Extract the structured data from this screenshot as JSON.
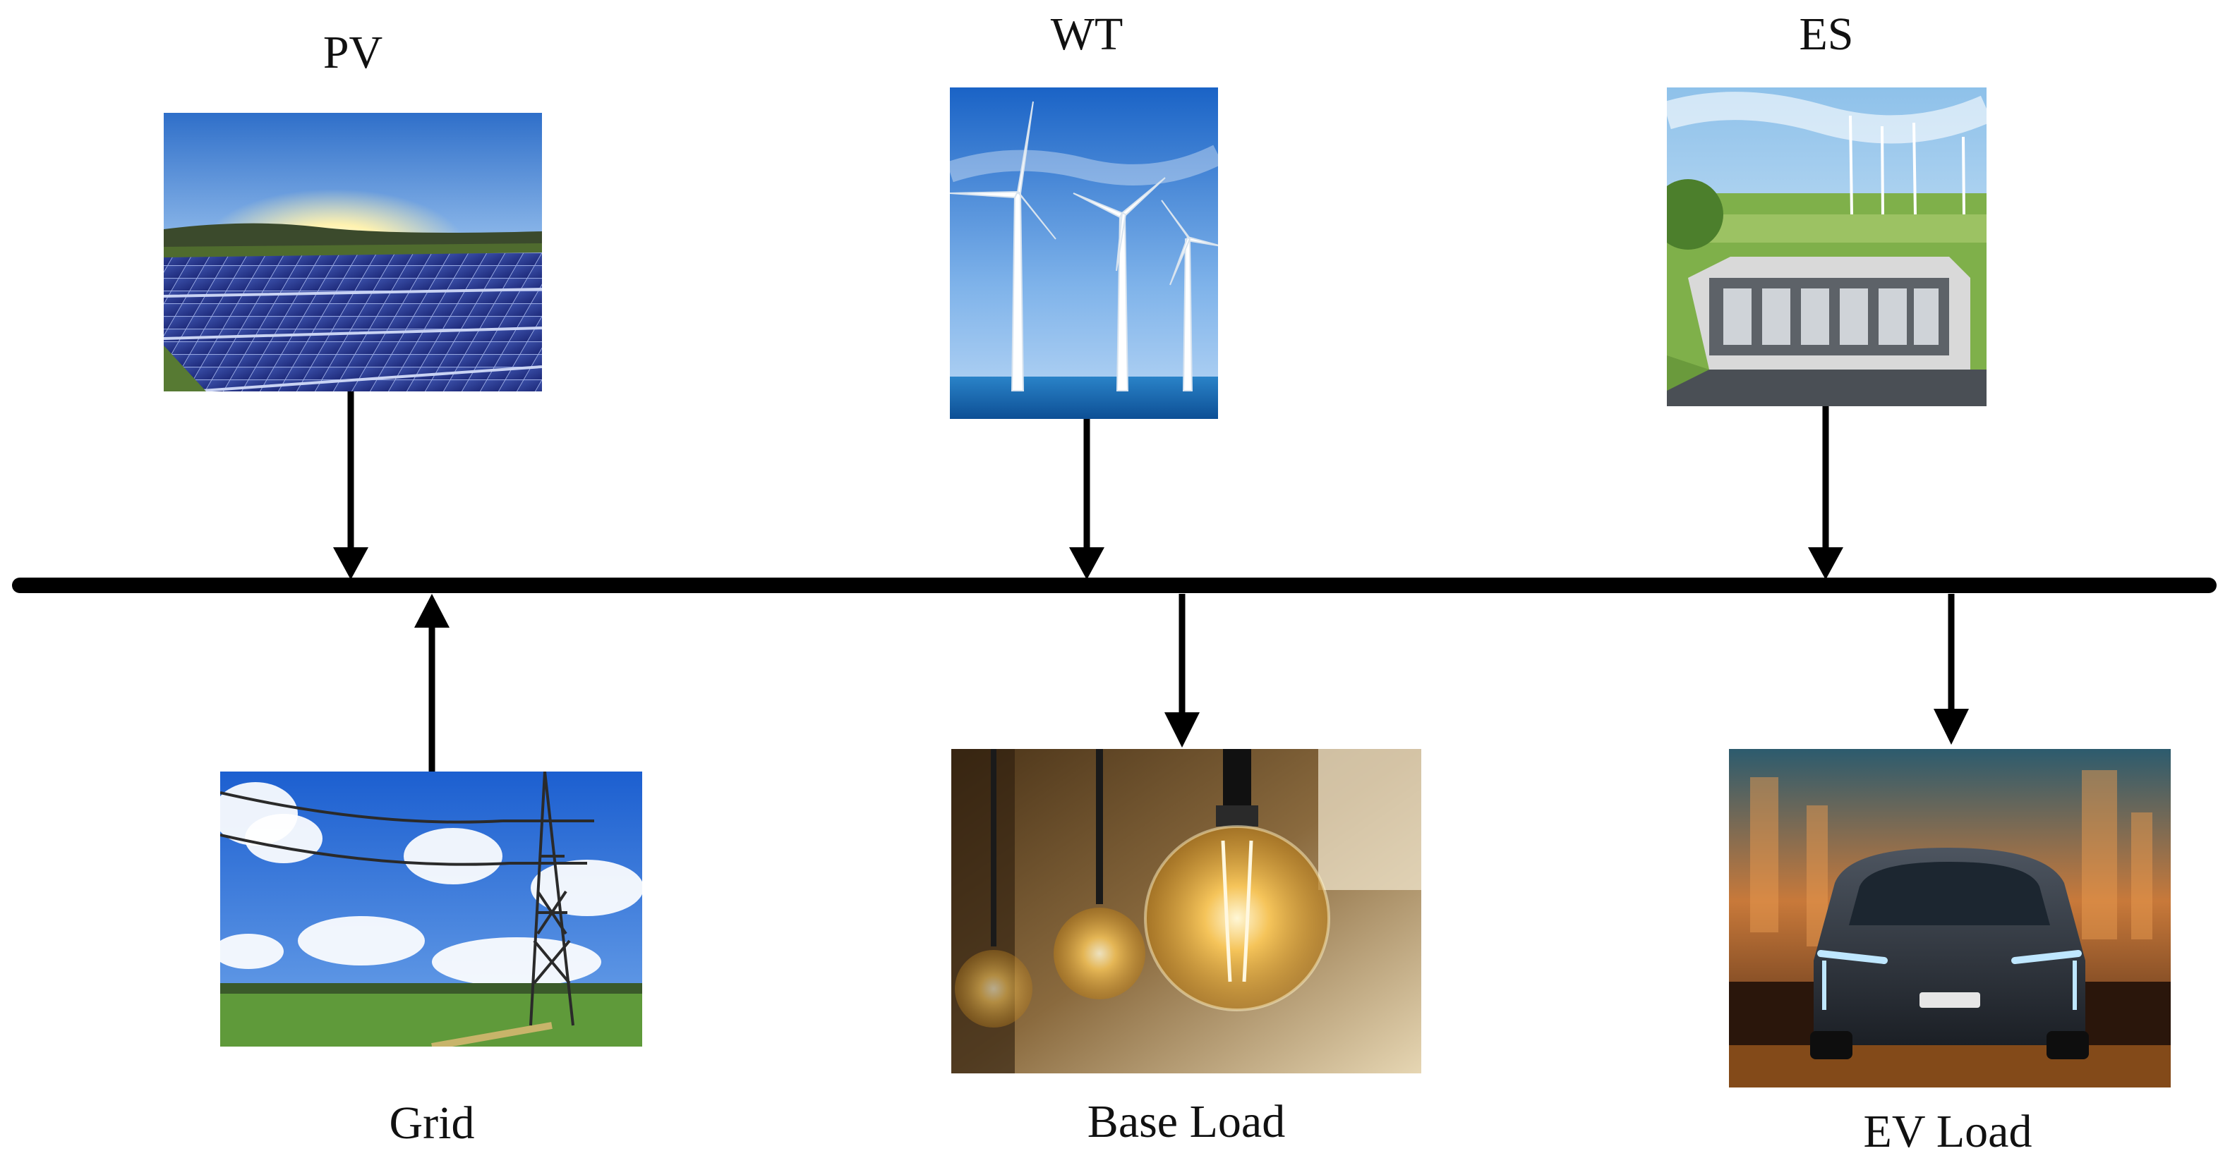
{
  "sources": [
    {
      "label": "PV",
      "picture": "solar-panel-field",
      "direction": "into-bus"
    },
    {
      "label": "WT",
      "picture": "offshore-wind-turbines",
      "direction": "into-bus"
    },
    {
      "label": "ES",
      "picture": "battery-storage-building",
      "direction": "into-bus"
    }
  ],
  "loads": [
    {
      "label": "Grid",
      "picture": "transmission-tower",
      "direction": "into-bus"
    },
    {
      "label": "Base Load",
      "picture": "light-bulbs",
      "direction": "out-of-bus"
    },
    {
      "label": "EV Load",
      "picture": "electric-car",
      "direction": "out-of-bus"
    }
  ],
  "colors": {
    "bus": "#000000",
    "arrows": "#000000"
  }
}
